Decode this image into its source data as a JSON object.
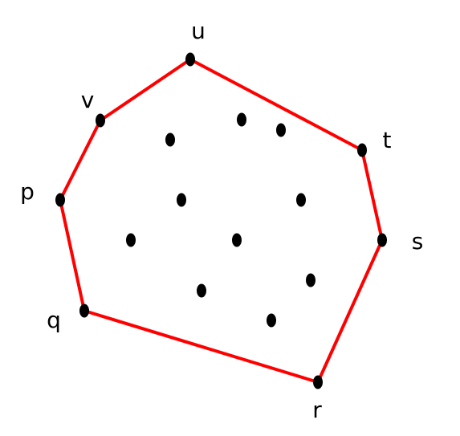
{
  "colors": {
    "hull": "#ff0000",
    "point": "#000000"
  },
  "hull_order": [
    "u",
    "t",
    "s",
    "r",
    "q",
    "p",
    "v"
  ],
  "hull_vertices": {
    "u": "u",
    "v": "v",
    "p": "p",
    "q": "q",
    "r": "r",
    "s": "s",
    "t": "t"
  },
  "interior_point_count": 10
}
